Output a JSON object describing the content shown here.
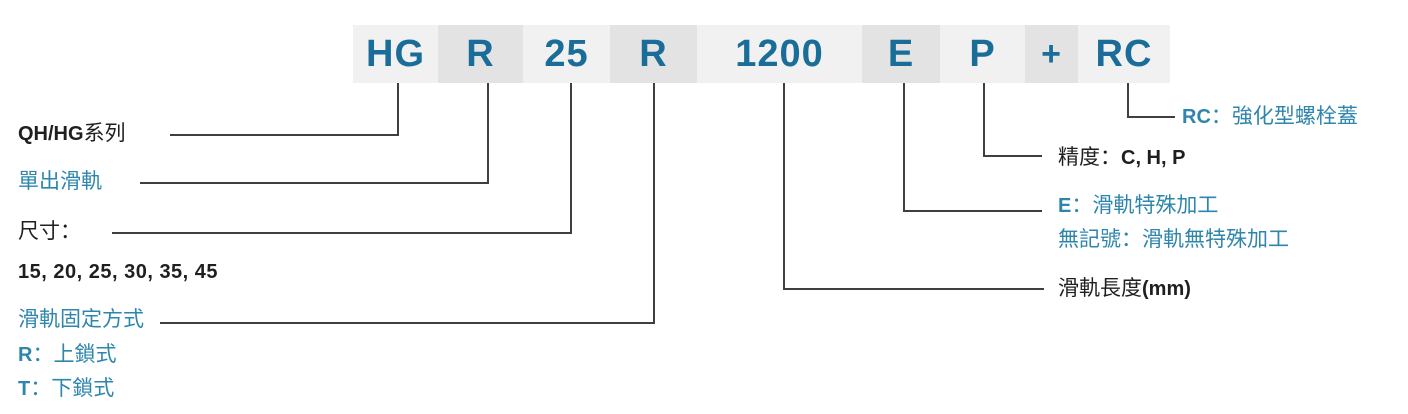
{
  "diagram_title": "QH/HG series rail ordering code breakdown",
  "code": {
    "segments": [
      "HG",
      "R",
      "25",
      "R",
      "1200",
      "E",
      "P",
      "+",
      "RC"
    ]
  },
  "left_labels": {
    "series_latin": "QH/HG",
    "series_cjk": "系列",
    "single_rail": "單出滑軌",
    "size_title": "尺寸：",
    "size_values": "15, 20, 25, 30, 35, 45",
    "fixing_title": "滑軌固定方式",
    "fixing_r_code": "R",
    "fixing_r_text": "：上鎖式",
    "fixing_t_code": "T",
    "fixing_t_text": "：下鎖式"
  },
  "right_labels": {
    "rc_code": "RC",
    "rc_text": "：強化型螺栓蓋",
    "precision_title": "精度：",
    "precision_values": "C, H, P",
    "e_code": "E",
    "e_text": "：滑軌特殊加工",
    "no_mark": "無記號：滑軌無特殊加工",
    "rail_length": "滑軌長度",
    "rail_length_unit": "(mm)"
  },
  "colors": {
    "code_text_blue": "#1b6d99",
    "label_blue": "#2e86ac",
    "dark_text": "#1f1f1f",
    "line": "#3f3f3f",
    "box_light": "#f1f1f1",
    "box_dark": "#e3e3e3"
  }
}
